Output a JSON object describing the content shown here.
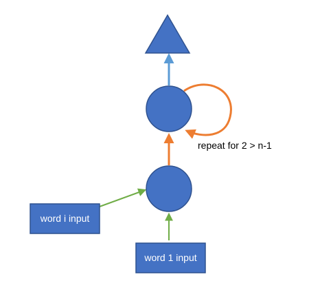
{
  "diagram": {
    "annotation": "repeat for 2 > n-1",
    "inputs": [
      {
        "id": "word-i",
        "label": "word i input"
      },
      {
        "id": "word-1",
        "label": "word 1 input"
      }
    ],
    "nodes": [
      {
        "id": "hidden-1",
        "shape": "circle"
      },
      {
        "id": "hidden-2",
        "shape": "circle"
      },
      {
        "id": "output",
        "shape": "triangle"
      }
    ],
    "edges": [
      {
        "from": "word-i",
        "to": "hidden-1",
        "color": "#70AD47"
      },
      {
        "from": "word-1",
        "to": "hidden-1",
        "color": "#70AD47"
      },
      {
        "from": "hidden-1",
        "to": "hidden-2",
        "color": "#ED7D31"
      },
      {
        "from": "hidden-2",
        "to": "hidden-2",
        "color": "#ED7D31",
        "kind": "loop"
      },
      {
        "from": "hidden-2",
        "to": "output",
        "color": "#5B9BD5"
      }
    ],
    "colors": {
      "node_fill": "#4472C4",
      "node_stroke": "#2F528F",
      "input_fill": "#4472C4",
      "input_text": "#ffffff",
      "annotation_text": "#000000"
    }
  }
}
